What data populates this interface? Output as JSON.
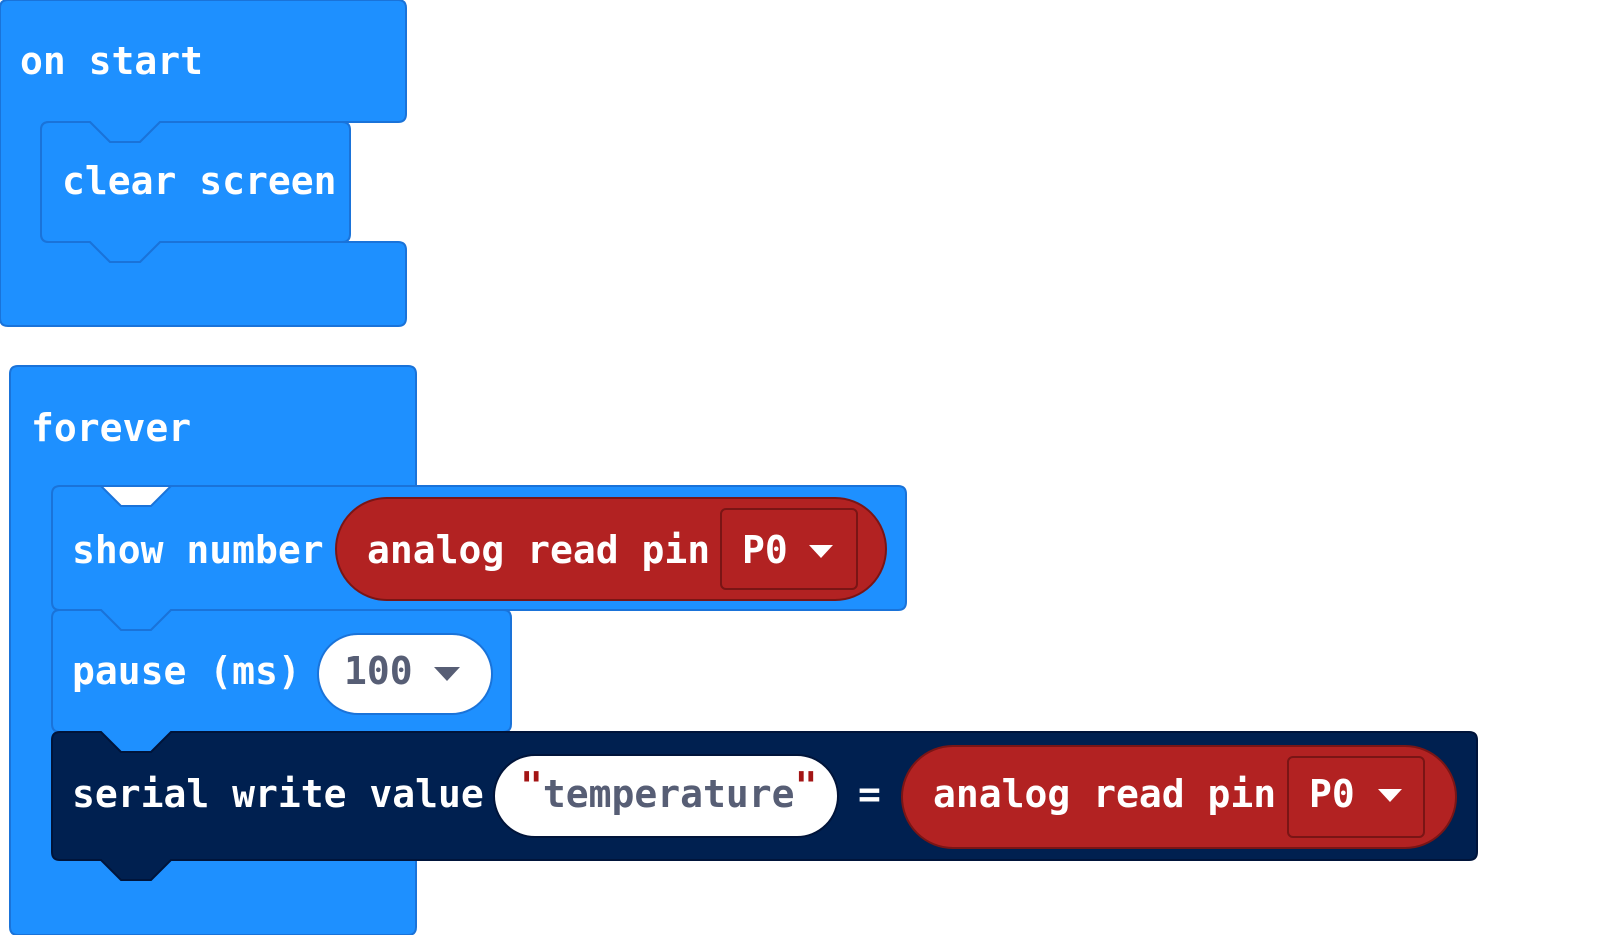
{
  "colors": {
    "basic_blue": "#1e90ff",
    "basic_blue_border": "#1a73d9",
    "serial_navy": "#002050",
    "pins_red": "#b22222",
    "pins_red_border": "#7a1515",
    "string_quote_red": "#a31515",
    "field_text_gray": "#575e75"
  },
  "on_start": {
    "label": "on start",
    "body": [
      {
        "label": "clear screen"
      }
    ]
  },
  "forever": {
    "label": "forever",
    "show_number": {
      "label": "show number",
      "arg": {
        "label": "analog read pin",
        "pin": {
          "value": "P0",
          "icon": "dropdown-arrow-icon"
        }
      }
    },
    "pause": {
      "label": "pause (ms)",
      "value": "100",
      "icon": "dropdown-arrow-icon"
    },
    "serial_write": {
      "label": "serial write value",
      "name": {
        "quote_open": "\"",
        "text": "temperature",
        "quote_close": "\""
      },
      "equals": "=",
      "arg": {
        "label": "analog read pin",
        "pin": {
          "value": "P0",
          "icon": "dropdown-arrow-icon"
        }
      }
    }
  }
}
